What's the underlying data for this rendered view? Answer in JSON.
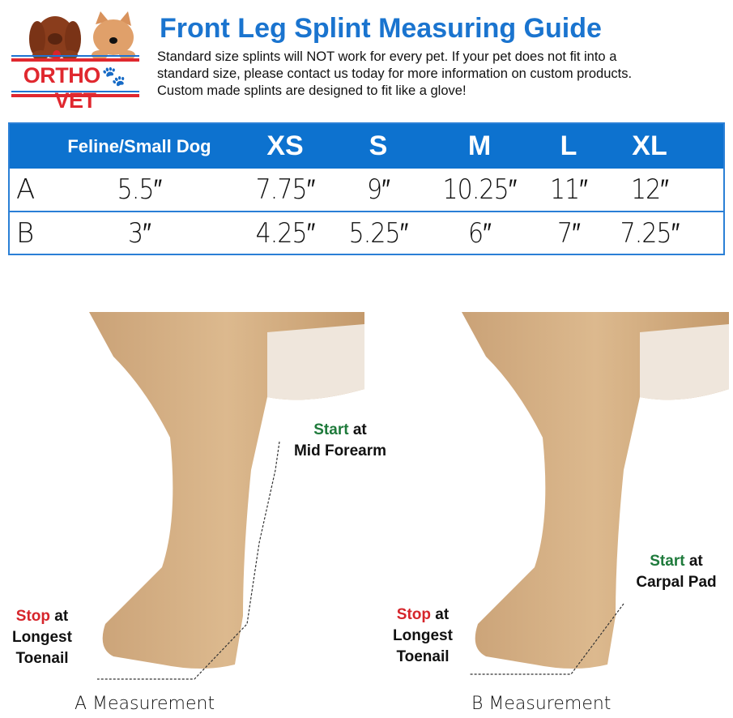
{
  "logo": {
    "brand_left": "ORTHO",
    "brand_right": "VET",
    "icon": "paw-icon"
  },
  "header": {
    "title": "Front Leg Splint Measuring Guide",
    "description_lines": [
      "Standard size splints will NOT work for every pet.  If your pet does not fit into a",
      "standard size, please contact us today for more information on custom products.",
      "Custom made splints are designed to fit like a glove!"
    ]
  },
  "size_table": {
    "headers": [
      "",
      "Feline/Small Dog",
      "XS",
      "S",
      "M",
      "L",
      "XL"
    ],
    "rows": [
      {
        "label": "A",
        "values": [
          "5.5″",
          "7.75″",
          "9″",
          "10.25″",
          "11″",
          "12″"
        ]
      },
      {
        "label": "B",
        "values": [
          "3″",
          "4.25″",
          "5.25″",
          "6″",
          "7″",
          "7.25″"
        ]
      }
    ],
    "colors": {
      "header_bg": "#0d72cf",
      "border": "#2a7fd6"
    }
  },
  "measure_a": {
    "start_word": "Start",
    "start_rest": " at",
    "start_line2": "Mid Forearm",
    "stop_word": "Stop",
    "stop_rest": " at",
    "stop_line2": "Longest",
    "stop_line3": "Toenail",
    "caption": "A Measurement"
  },
  "measure_b": {
    "start_word": "Start",
    "start_rest": " at",
    "start_line2": "Carpal Pad",
    "stop_word": "Stop",
    "stop_rest": " at",
    "stop_line2": "Longest",
    "stop_line3": "Toenail",
    "caption": "B Measurement"
  },
  "colors": {
    "title": "#1a74cf",
    "start": "#1e7a3b",
    "stop": "#d6252b",
    "logo_red": "#e0282f",
    "logo_blue": "#1e73d2"
  }
}
